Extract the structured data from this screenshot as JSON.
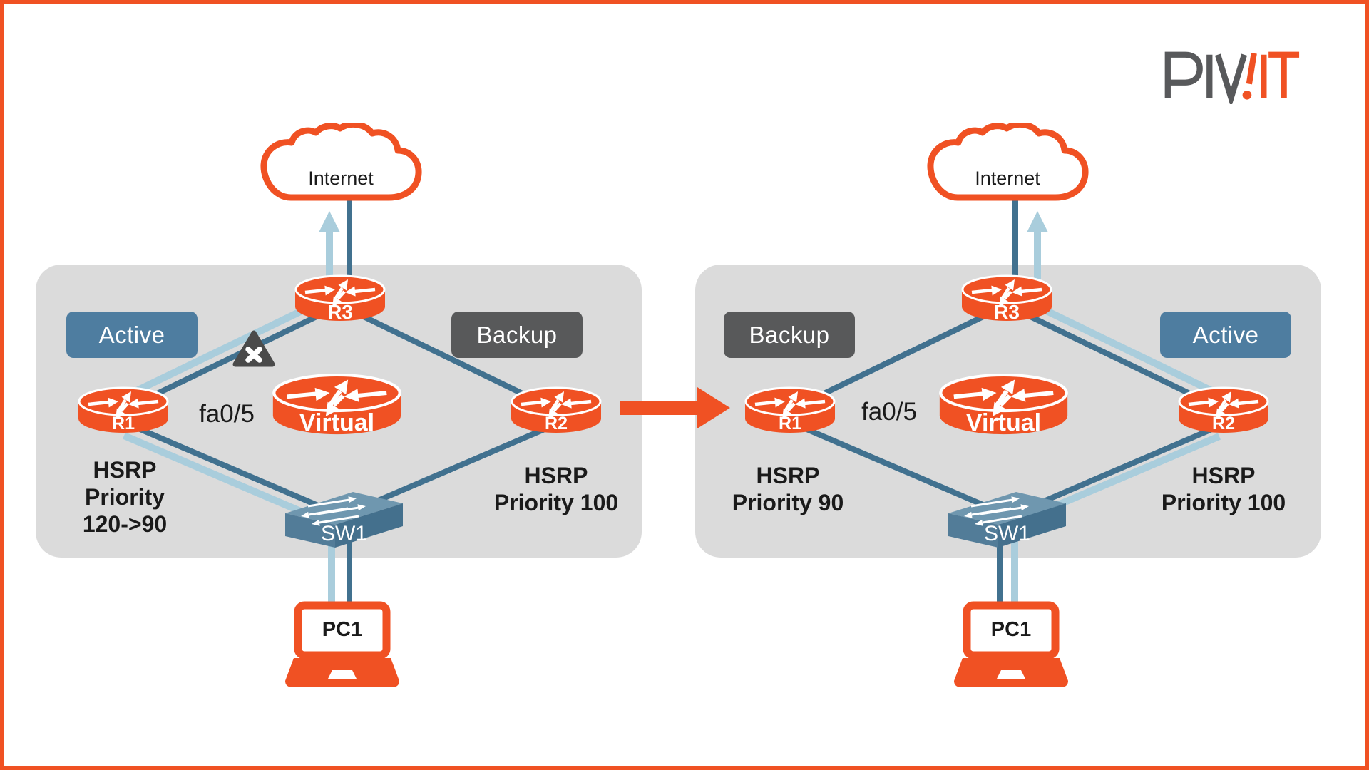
{
  "brand": {
    "logo_gray": "PIV",
    "logo_orange": "IT"
  },
  "colors": {
    "orange": "#F05123",
    "panel_gray": "#DBDBDB",
    "active_badge_blue": "#4E7DA0",
    "backup_badge_gray": "#58595A",
    "link_dark_blue": "#41718F",
    "link_light_blue": "#A9CDDC",
    "switch_top": "#6F97AF",
    "switch_front": "#527C98",
    "switch_side": "#44708D",
    "text_dark": "#1A1A1A"
  },
  "left": {
    "cloud_label": "Internet",
    "active_badge": "Active",
    "backup_badge": "Backup",
    "r3_label": "R3",
    "r1_label": "R1",
    "r2_label": "R2",
    "virtual_label": "Virtual",
    "interface_label": "fa0/5",
    "r1_caption_line1": "HSRP",
    "r1_caption_line2": "Priority",
    "r1_caption_line3": "120->90",
    "r2_caption_line1": "HSRP",
    "r2_caption_line2": "Priority 100",
    "switch_label": "SW1",
    "pc_label": "PC1"
  },
  "right": {
    "cloud_label": "Internet",
    "backup_badge": "Backup",
    "active_badge": "Active",
    "r3_label": "R3",
    "r1_label": "R1",
    "r2_label": "R2",
    "virtual_label": "Virtual",
    "interface_label": "fa0/5",
    "r1_caption_line1": "HSRP",
    "r1_caption_line2": "Priority 90",
    "r2_caption_line1": "HSRP",
    "r2_caption_line2": "Priority 100",
    "switch_label": "SW1",
    "pc_label": "PC1"
  }
}
